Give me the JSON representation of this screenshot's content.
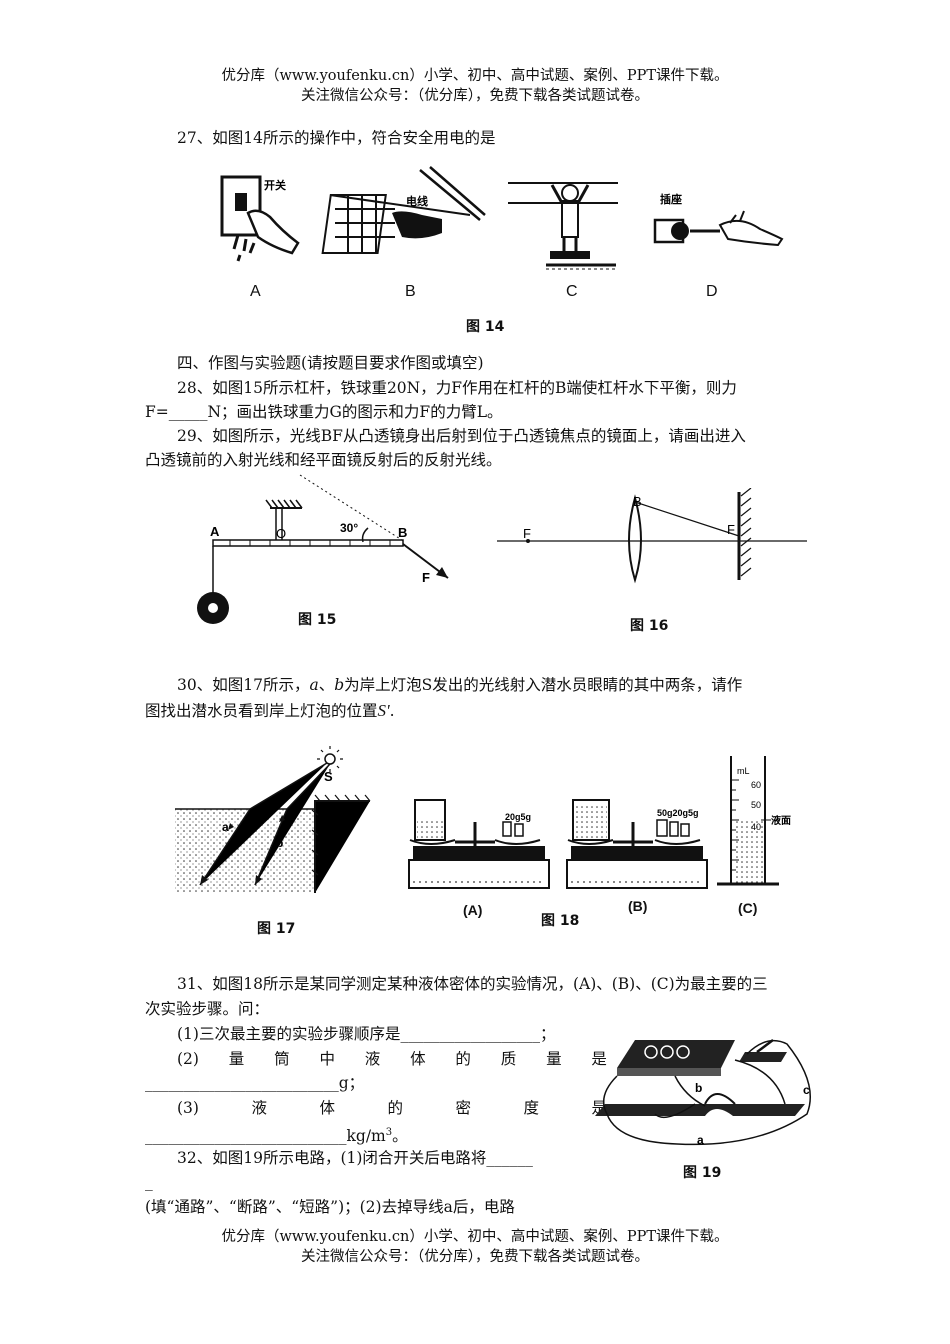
{
  "header": {
    "line1": "优分库（www.youfenku.cn）小学、初中、高中试题、案例、PPT课件下载。",
    "line2": "关注微信公众号：（优分库），免费下载各类试题试卷。"
  },
  "footer": {
    "line1": "优分库（www.youfenku.cn）小学、初中、高中试题、案例、PPT课件下载。",
    "line2": "关注微信公众号：（优分库），免费下载各类试题试卷。"
  },
  "q27": {
    "text": "27、如图14所示的操作中，符合安全用电的是",
    "labels": {
      "a_switch": "开关",
      "b_wire": "电线",
      "d_socket": "插座"
    },
    "options": [
      "A",
      "B",
      "C",
      "D"
    ],
    "caption": "图 14"
  },
  "section4": {
    "title": "四、作图与实验题(请按题目要求作图或填空)"
  },
  "q28": {
    "line1": "28、如图15所示杠杆，铁球重20N，力F作用在杠杆的B端使杠杆水下平衡，则力",
    "line2": "F=_____N；画出铁球重力G的图示和力F的力臂L。"
  },
  "q29": {
    "line1": "29、如图所示，光线BF从凸透镜身出后射到位于凸透镜焦点的镜面上，请画出进入",
    "line2": "凸透镜前的入射光线和经平面镜反射后的反射光线。"
  },
  "fig15": {
    "label_a": "A",
    "label_o": "O",
    "angle": "30°",
    "label_b": "B",
    "label_f": "F",
    "caption": "图 15"
  },
  "fig16": {
    "label_f_left": "F",
    "label_b": "B",
    "label_f_right": "F",
    "caption": "图 16"
  },
  "q30": {
    "line1_pre": "30、如图17所示，",
    "a": "a",
    "sep": "、",
    "b": "b",
    "line1_post": "为岸上灯泡S发出的光线射入潜水员眼睛的其中两条，请作",
    "line2_pre": "图找出潜水员看到岸上灯泡的位置",
    "s_prime": "S'",
    "line2_post": "."
  },
  "fig17": {
    "label_s": "S",
    "label_a": "a",
    "label_b": "b",
    "caption": "图 17"
  },
  "fig18": {
    "weights_a": "20g5g",
    "weights_b": "50g20g5g",
    "cyl_unit": "mL",
    "cyl_60": "60",
    "cyl_50": "50",
    "cyl_40": "40",
    "liquid_label": "液面",
    "label_a": "(A)",
    "label_b": "(B)",
    "label_c": "(C)",
    "caption": "图 18"
  },
  "q31": {
    "line1": "31、如图18所示是某同学测定某种液体密体的实验情况，(A)、(B)、(C)为最主要的三",
    "line2": "次实验步骤。问：",
    "p1": "(1)三次最主要的实验步骤顺序是__________________；",
    "p2_words": [
      "(2)",
      "量",
      "筒",
      "中",
      "液",
      "体",
      "的",
      "质",
      "量",
      "是"
    ],
    "p2_blank": "_________________________g；",
    "p3_words": [
      "(3)",
      "液",
      "体",
      "的",
      "密",
      "度",
      "是"
    ],
    "p3_blank": "__________________________kg/m",
    "p3_sup": "3",
    "p3_end": "。"
  },
  "q32": {
    "line1": "32、如图19所示电路，(1)闭合开关后电路将______",
    "dash": "_",
    "line3": "(填“通路”、“断路”、“短路”)；(2)去掉导线a后，电路"
  },
  "fig19": {
    "label_b": "b",
    "label_c": "c",
    "label_a": "a",
    "caption": "图 19"
  }
}
